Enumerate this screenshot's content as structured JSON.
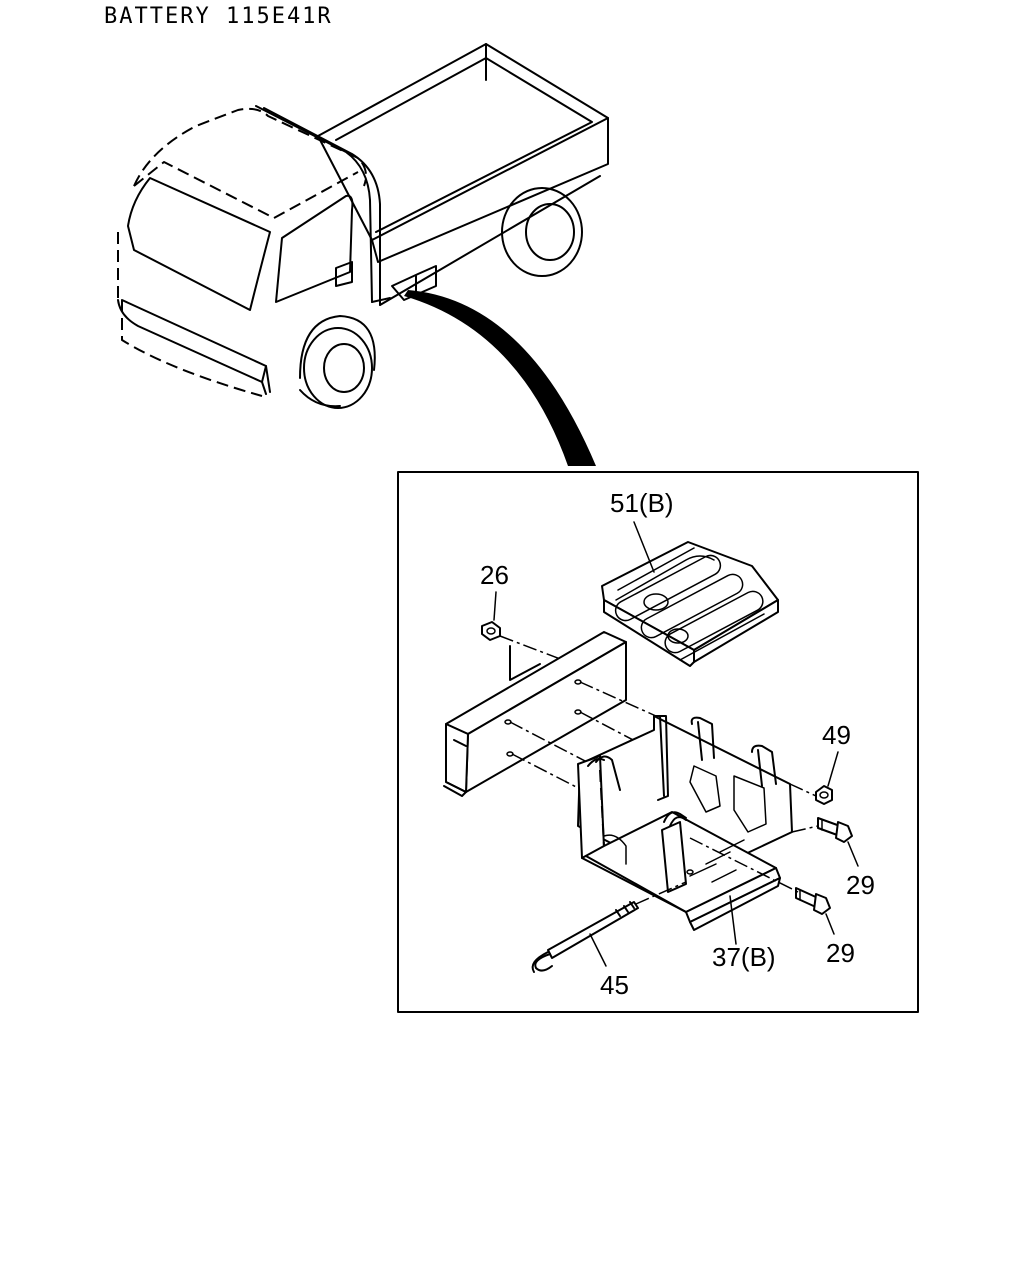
{
  "title": "BATTERY 115E41R",
  "parts": [
    {
      "ref": "51(B)"
    },
    {
      "ref": "26"
    },
    {
      "ref": "49"
    },
    {
      "ref": "29"
    },
    {
      "ref": "29"
    },
    {
      "ref": "37(B)"
    },
    {
      "ref": "45"
    }
  ]
}
